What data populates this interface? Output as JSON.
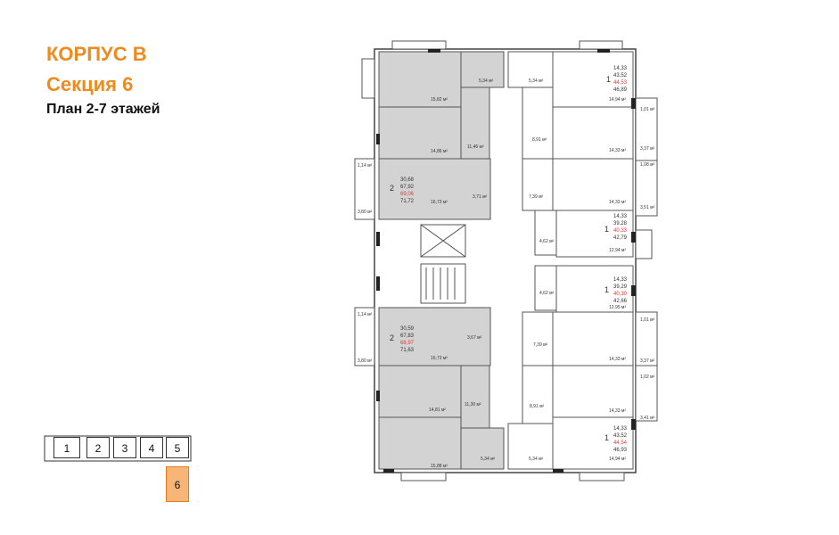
{
  "header": {
    "building": "КОРПУС В",
    "section": "Секция 6",
    "plan": "План 2-7 этажей"
  },
  "colors": {
    "accent": "#ef8a1f",
    "gray_unit": "#d3d3d3",
    "highlight": "#f7b678"
  },
  "sections": [
    "1",
    "2",
    "3",
    "4",
    "5",
    "6"
  ],
  "active_section": "6",
  "plan": {
    "units": [
      {
        "id": "u1",
        "rooms": "1",
        "values": [
          "14,33",
          "43,52"
        ],
        "total": "44,53",
        "extra": "46,89"
      },
      {
        "id": "u2",
        "rooms": "2",
        "values": [
          "30,68",
          "67,92"
        ],
        "total": "69,06",
        "extra": "71,72"
      },
      {
        "id": "u3",
        "rooms": "1",
        "values": [
          "14,33",
          "39,28"
        ],
        "total": "40,33",
        "extra": "42,79"
      },
      {
        "id": "u4",
        "rooms": "1",
        "values": [
          "14,33",
          "39,29"
        ],
        "total": "40,30",
        "extra": "42,66"
      },
      {
        "id": "u5",
        "rooms": "2",
        "values": [
          "30,59",
          "67,83"
        ],
        "total": "68,97",
        "extra": "71,63"
      },
      {
        "id": "u6",
        "rooms": "1",
        "values": [
          "14,33",
          "43,52"
        ],
        "total": "44,54",
        "extra": "46,93"
      }
    ],
    "areas": {
      "a01": "5,34 м²",
      "a02": "5,34 м²",
      "a03": "15,82 м²",
      "a04": "14,94 м²",
      "a05": "1,01 м²",
      "a06": "11,46 м²",
      "a07": "8,91 м²",
      "a08": "3,37 м²",
      "a09": "14,33 м²",
      "a10": "14,86 м²",
      "a11": "1,14 м²",
      "a12": "1,08 м²",
      "a13": "7,39 м²",
      "a14": "16,73 м²",
      "a15": "3,71 м²",
      "a16": "14,33 м²",
      "a17": "3,51 м²",
      "a18": "3,80 м²",
      "a19": "4,62 м²",
      "a20": "12,94 м²",
      "a21": "4,62 м²",
      "a22": "12,95 м²",
      "a23": "1,14 м²",
      "a24": "1,01 м²",
      "a25": "3,67 м²",
      "a26": "7,39 м²",
      "a27": "16,73 м²",
      "a28": "3,80 м²",
      "a29": "14,33 м²",
      "a30": "3,37 м²",
      "a31": "1,02 м²",
      "a32": "11,30 м²",
      "a33": "14,81 м²",
      "a34": "8,91 м²",
      "a35": "14,33 м²",
      "a36": "3,41 м²",
      "a37": "15,88 м²",
      "a38": "5,34 м²",
      "a39": "5,34 м²",
      "a40": "14,94 м²"
    }
  }
}
